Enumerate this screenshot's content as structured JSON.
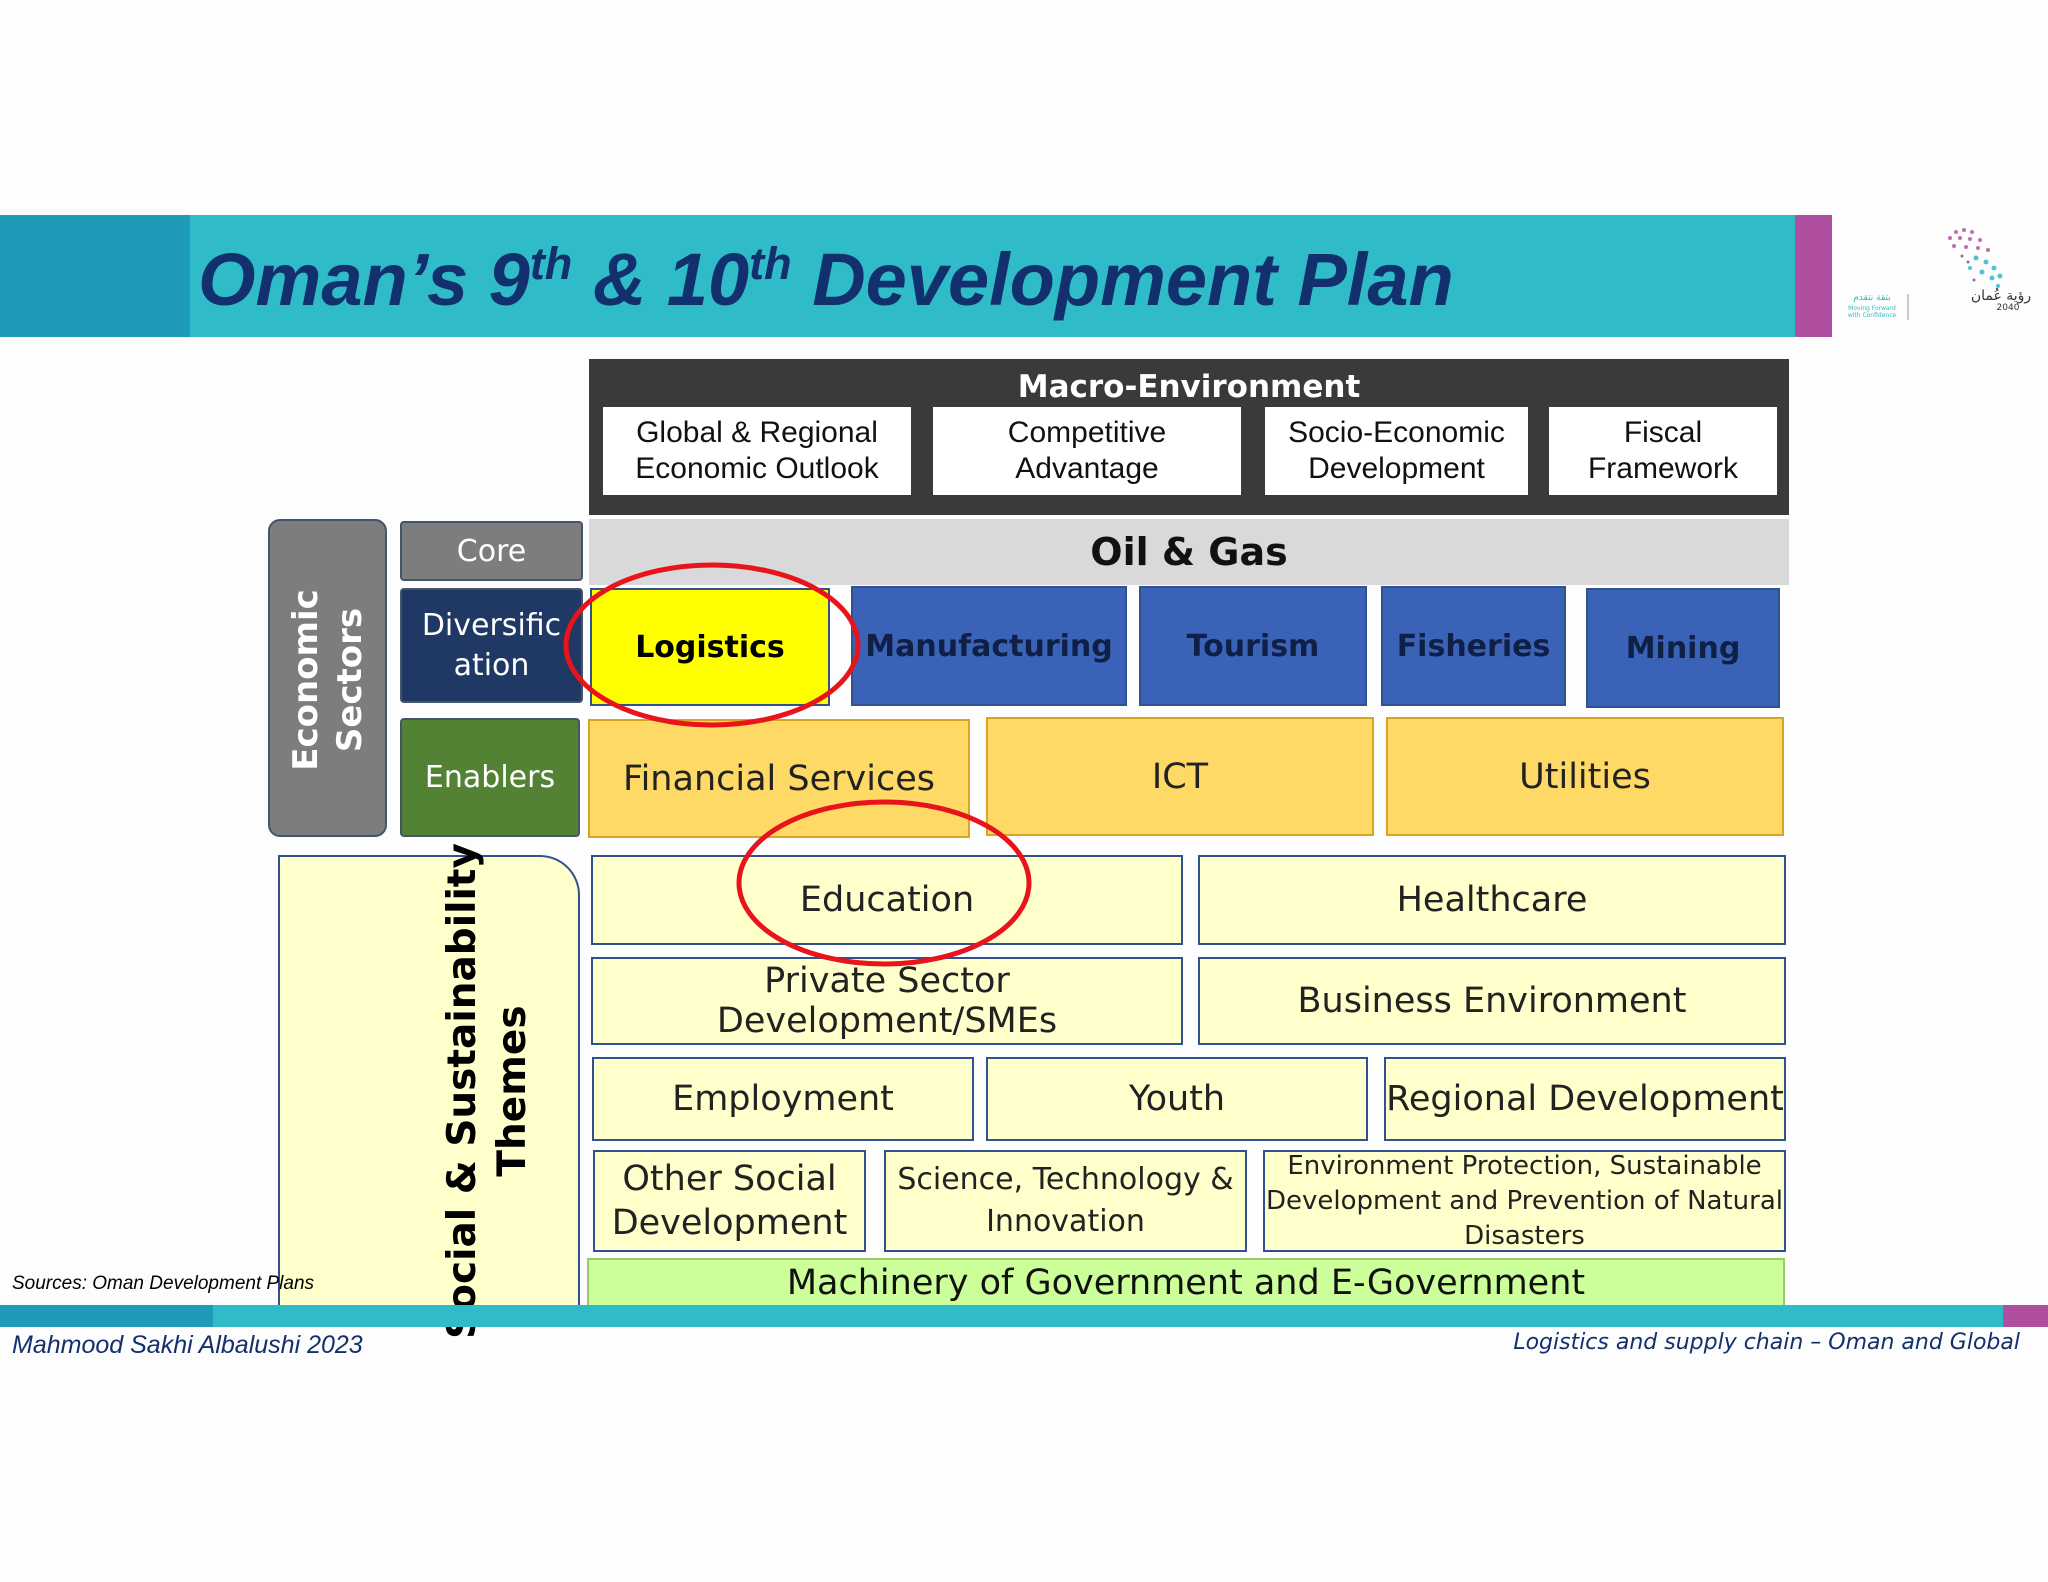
{
  "header": {
    "title_parts": [
      "Oman’s 9",
      "th",
      " & 10",
      "th",
      " Development Plan"
    ]
  },
  "macro": {
    "title": "Macro-Environment",
    "boxes": [
      [
        "Global & Regional",
        "Economic Outlook"
      ],
      [
        "Competitive",
        "Advantage"
      ],
      [
        "Socio-Economic",
        "Development"
      ],
      [
        "Fiscal",
        "Framework"
      ]
    ]
  },
  "economic_sectors": {
    "label": [
      "Economic",
      "Sectors"
    ],
    "core_label": "Core",
    "core_value": "Oil & Gas",
    "diversification_label": [
      "Diversific",
      "ation"
    ],
    "diversification": [
      "Logistics",
      "Manufacturing",
      "Tourism",
      "Fisheries",
      "Mining"
    ],
    "enablers_label": "Enablers",
    "enablers": [
      "Financial Services",
      "ICT",
      "Utilities"
    ]
  },
  "social": {
    "label": [
      "Social & Sustainability",
      "Themes"
    ],
    "row1": [
      "Education",
      "Healthcare"
    ],
    "row2": [
      "Private Sector Development/SMEs",
      "Business Environment"
    ],
    "row3": [
      "Employment",
      "Youth",
      "Regional Development"
    ],
    "row4": [
      [
        "Other Social",
        "Development"
      ],
      [
        "Science, Technology &",
        "Innovation"
      ],
      [
        "Environment Protection, Sustainable",
        "Development and Prevention of Natural",
        "Disasters"
      ]
    ],
    "machinery": "Machinery of Government and E-Government"
  },
  "highlights": {
    "logistics_fill": "#ffff00",
    "circle_color": "#e8141b",
    "circled_items": [
      "Logistics",
      "Education"
    ]
  },
  "footer": {
    "sources": "Sources: Oman Development Plans",
    "author": "Mahmood Sakhi Albalushi   2023",
    "right": "Logistics and supply chain – Oman and Global"
  }
}
